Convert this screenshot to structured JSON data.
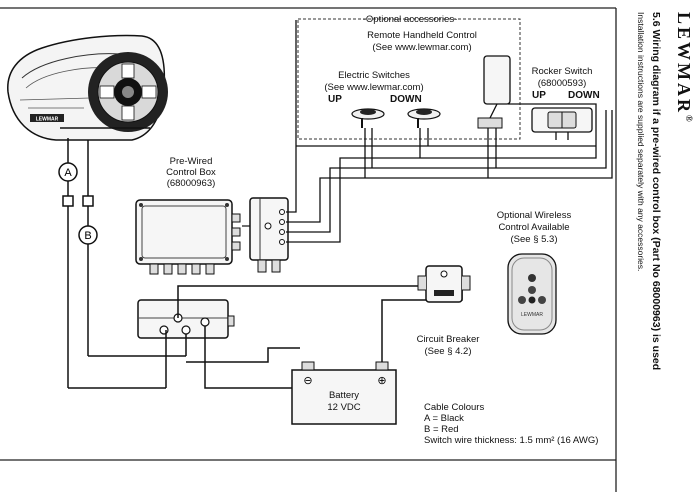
{
  "brand": "LEWMAR",
  "brand_mark": "®",
  "heading": "5.6 Wiring diagram if a pre-wired control box (Part No 68000963) is used",
  "subheading": "Installation instructions are supplied separately with any accessories.",
  "optional_accessories": "-Optional accessories-",
  "remote": {
    "title": "Remote Handheld Control",
    "url": "(See www.lewmar.com)"
  },
  "electric_switches": {
    "title": "Electric Switches",
    "url": "(See www.lewmar.com)",
    "up": "UP",
    "down": "DOWN"
  },
  "rocker_switch": {
    "title": "Rocker Switch",
    "part": "(68000593)",
    "up": "UP",
    "down": "DOWN"
  },
  "control_box": {
    "line1": "Pre-Wired",
    "line2": "Control Box",
    "part": "(68000963)"
  },
  "wireless": {
    "line1": "Optional Wireless",
    "line2": "Control Available",
    "ref": "(See § 5.3)",
    "brand": "LEWMAR"
  },
  "circuit_breaker": {
    "title": "Circuit Breaker",
    "ref": "(See § 4.2)"
  },
  "battery": {
    "title": "Battery",
    "voltage": "12 VDC",
    "minus": "⊖",
    "plus": "⊕"
  },
  "cables": {
    "title": "Cable Colours",
    "a": "A = Black",
    "b": "B = Red",
    "thickness": "Switch wire thickness: 1.5 mm² (16 AWG)"
  },
  "cable_a_label": "A",
  "cable_b_label": "B"
}
